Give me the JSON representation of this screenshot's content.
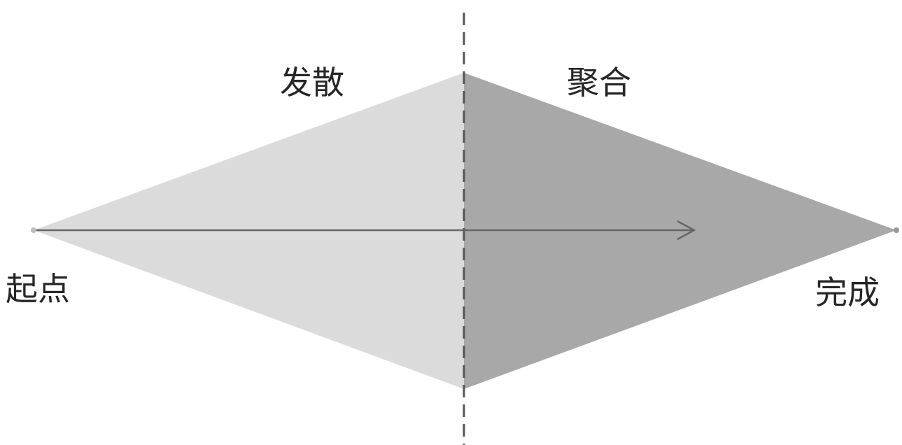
{
  "labels": {
    "diverge": "发散",
    "converge": "聚合",
    "start": "起点",
    "finish": "完成"
  },
  "colors": {
    "diverge_fill": "#dbdbdb",
    "converge_fill": "#a8a8a8",
    "line": "#666666",
    "dashed": "#555555",
    "endpoint": "#bdbdbd",
    "text": "#262626"
  }
}
